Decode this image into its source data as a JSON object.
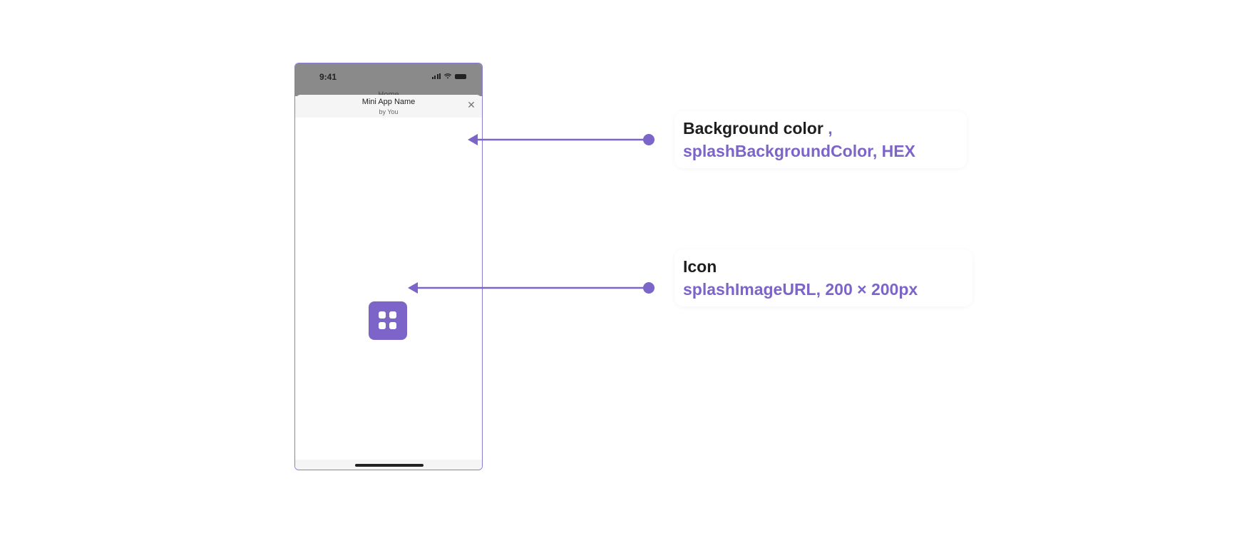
{
  "colors": {
    "accent": "#7c64c8",
    "pattern": "#f3f2fc",
    "status_bar": "#8a8a8a"
  },
  "phone": {
    "status_time": "9:41",
    "behind_title": "Home",
    "app_name": "Mini App Name",
    "app_author": "by You",
    "close_icon": "close-icon",
    "splash_icon": "grid-four-icon"
  },
  "callouts": [
    {
      "title": "Background color",
      "title_suffix": " ,",
      "subtitle": "splashBackgroundColor, HEX"
    },
    {
      "title": "Icon",
      "subtitle": "splashImageURL, 200 × 200px"
    }
  ]
}
